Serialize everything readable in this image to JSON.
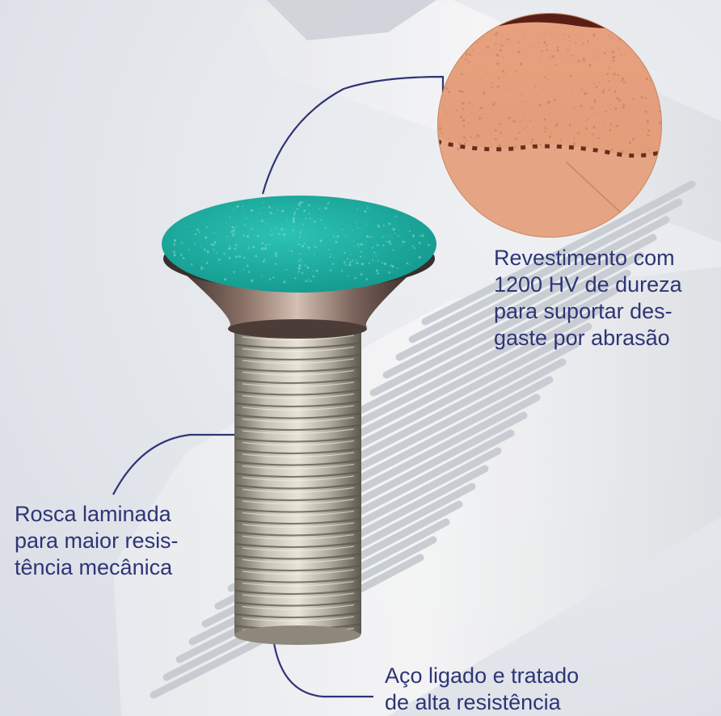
{
  "callouts": {
    "coating": {
      "lines": [
        "Revestimento com",
        "1200 HV de dureza",
        "para suportar des-",
        "gaste por abrasão"
      ]
    },
    "thread": {
      "lines": [
        "Rosca laminada",
        "para maior resis-",
        "tência mecânica"
      ]
    },
    "steel": {
      "lines": [
        "Aço ligado e tratado",
        "de alta resistência"
      ]
    }
  },
  "colors": {
    "background": "#e6e9ee",
    "text": "#2e3576",
    "leader_line": "#2e3576",
    "coating_top": "#1aa79c",
    "coating_micro": "#e4a07c",
    "thread_steel": "#a7a294",
    "cone": "#5c4c47"
  }
}
